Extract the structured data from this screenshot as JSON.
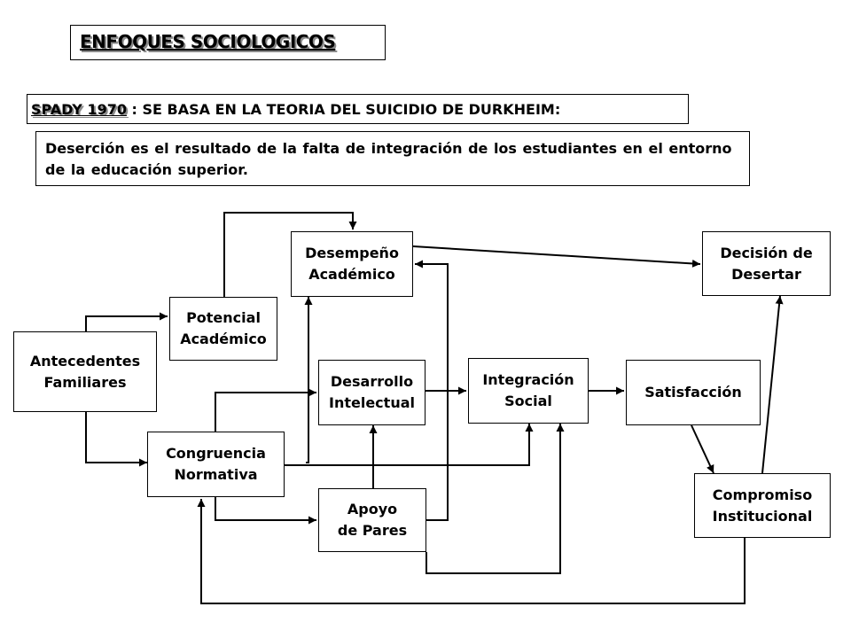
{
  "title": "ENFOQUES SOCIOLOGICOS",
  "theory": {
    "author": "SPADY 1970",
    "text": " : SE BASA EN LA TEORIA DEL SUICIDIO DE DURKHEIM:"
  },
  "definition": "Deserción es el resultado de la falta de integración de los estudiantes en el entorno de la educación superior.",
  "nodes": {
    "antecedentes": "Antecedentes\nFamiliares",
    "potencial": "Potencial\nAcadémico",
    "desempeno": "Desempeño\nAcadémico",
    "desarrollo": "Desarrollo\nIntelectual",
    "integracion": "Integración\nSocial",
    "satisfaccion": "Satisfacción",
    "decision": "Decisión de\nDesertar",
    "congruencia": "Congruencia\nNormativa",
    "apoyo": "Apoyo\nde Pares",
    "compromiso": "Compromiso\nInstitucional"
  }
}
